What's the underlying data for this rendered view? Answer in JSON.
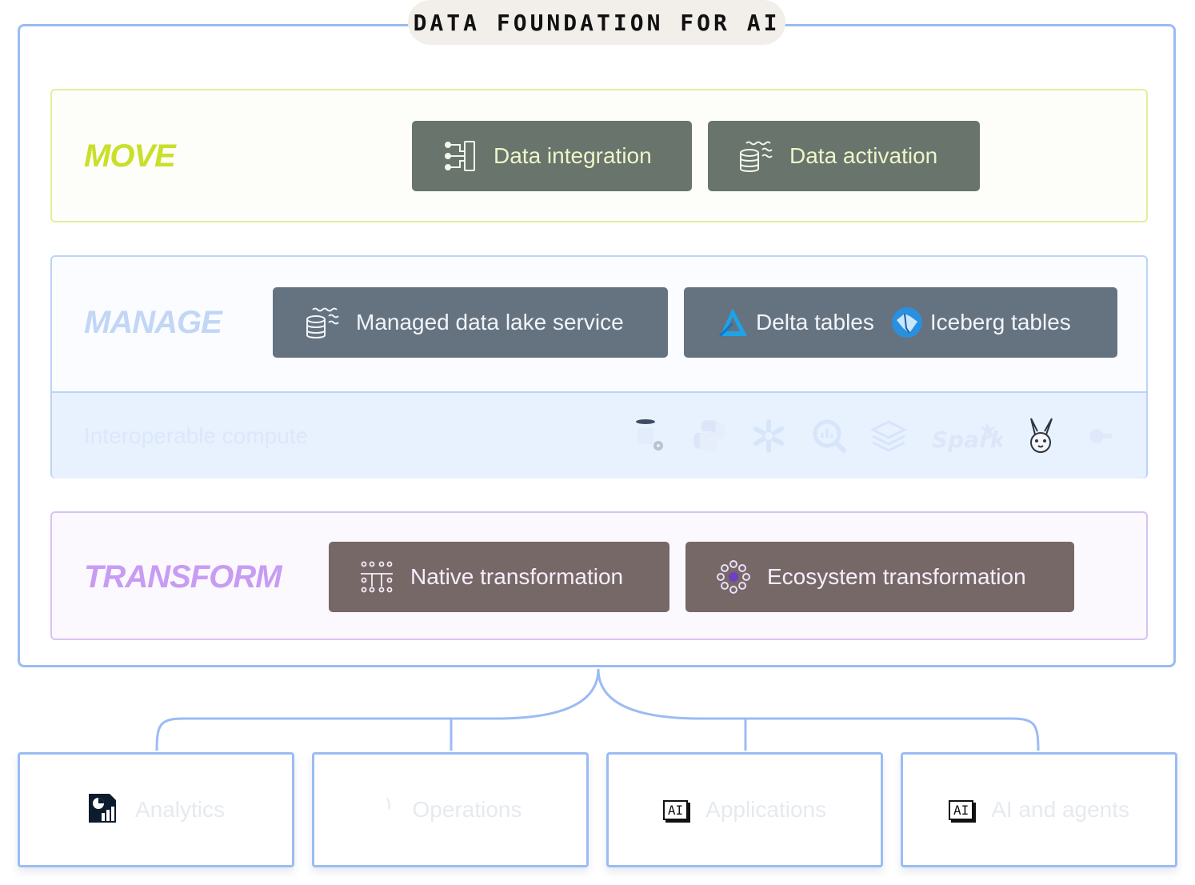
{
  "header": {
    "title": "DATA FOUNDATION FOR AI"
  },
  "move": {
    "title": "MOVE",
    "boxes": [
      {
        "label": "Data integration",
        "icon": "data-integration-icon"
      },
      {
        "label": "Data activation",
        "icon": "data-activation-icon"
      }
    ]
  },
  "manage": {
    "title": "MANAGE",
    "boxes": [
      {
        "label": "Managed data lake service",
        "icon": "data-lake-icon"
      },
      {
        "label": "Delta tables",
        "icon": "delta-icon"
      },
      {
        "label": "Iceberg tables",
        "icon": "iceberg-icon"
      }
    ],
    "compute": {
      "label": "Interoperable compute",
      "logos": [
        "sql-engine-icon",
        "python-icon",
        "snowflake-icon",
        "query-icon",
        "layers-icon",
        "spark-icon",
        "duck-rabbit-icon",
        "toggle-icon"
      ],
      "spark_text": "Spark"
    }
  },
  "transform": {
    "title": "TRANSFORM",
    "boxes": [
      {
        "label": "Native transformation",
        "icon": "native-transformation-icon"
      },
      {
        "label": "Ecosystem transformation",
        "icon": "ecosystem-transformation-icon"
      }
    ]
  },
  "outputs": [
    {
      "label": "Analytics",
      "icon": "analytics-icon"
    },
    {
      "label": "Operations",
      "icon": "operations-icon"
    },
    {
      "label": "Applications",
      "icon": "ai-icon",
      "badge": "AI"
    },
    {
      "label": "AI and agents",
      "icon": "ai-icon",
      "badge": "AI"
    }
  ],
  "colors": {
    "move_accent": "#c9df2a",
    "manage_accent": "#c2d6f6",
    "transform_accent": "#c89cf2",
    "frame_border": "#9bbcf3"
  }
}
